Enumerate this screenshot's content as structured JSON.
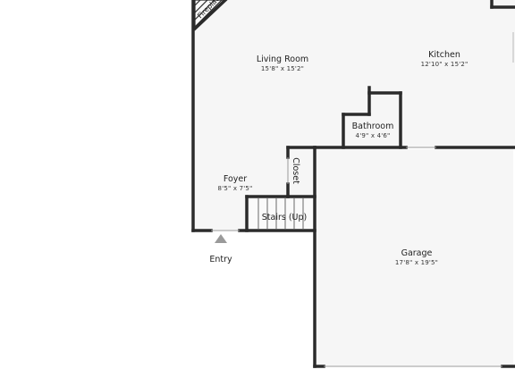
{
  "rooms": {
    "fireplace": {
      "name": "Fireplace"
    },
    "living_room": {
      "name": "Living Room",
      "dims": "15'8\" x 15'2\""
    },
    "kitchen": {
      "name": "Kitchen",
      "dims": "12'10\" x 15'2\""
    },
    "bathroom": {
      "name": "Bathroom",
      "dims": "4'9\" x 4'6\""
    },
    "closet": {
      "name": "Closet"
    },
    "foyer": {
      "name": "Foyer",
      "dims": "8'5\" x 7'5\""
    },
    "stairs": {
      "name": "Stairs (Up)"
    },
    "garage": {
      "name": "Garage",
      "dims": "17'8\" x 19'5\""
    },
    "entry": {
      "name": "Entry"
    }
  },
  "colors": {
    "wall": "#2b2b2b",
    "floor": "#f6f6f6",
    "entry_marker": "#9a9a9a"
  }
}
